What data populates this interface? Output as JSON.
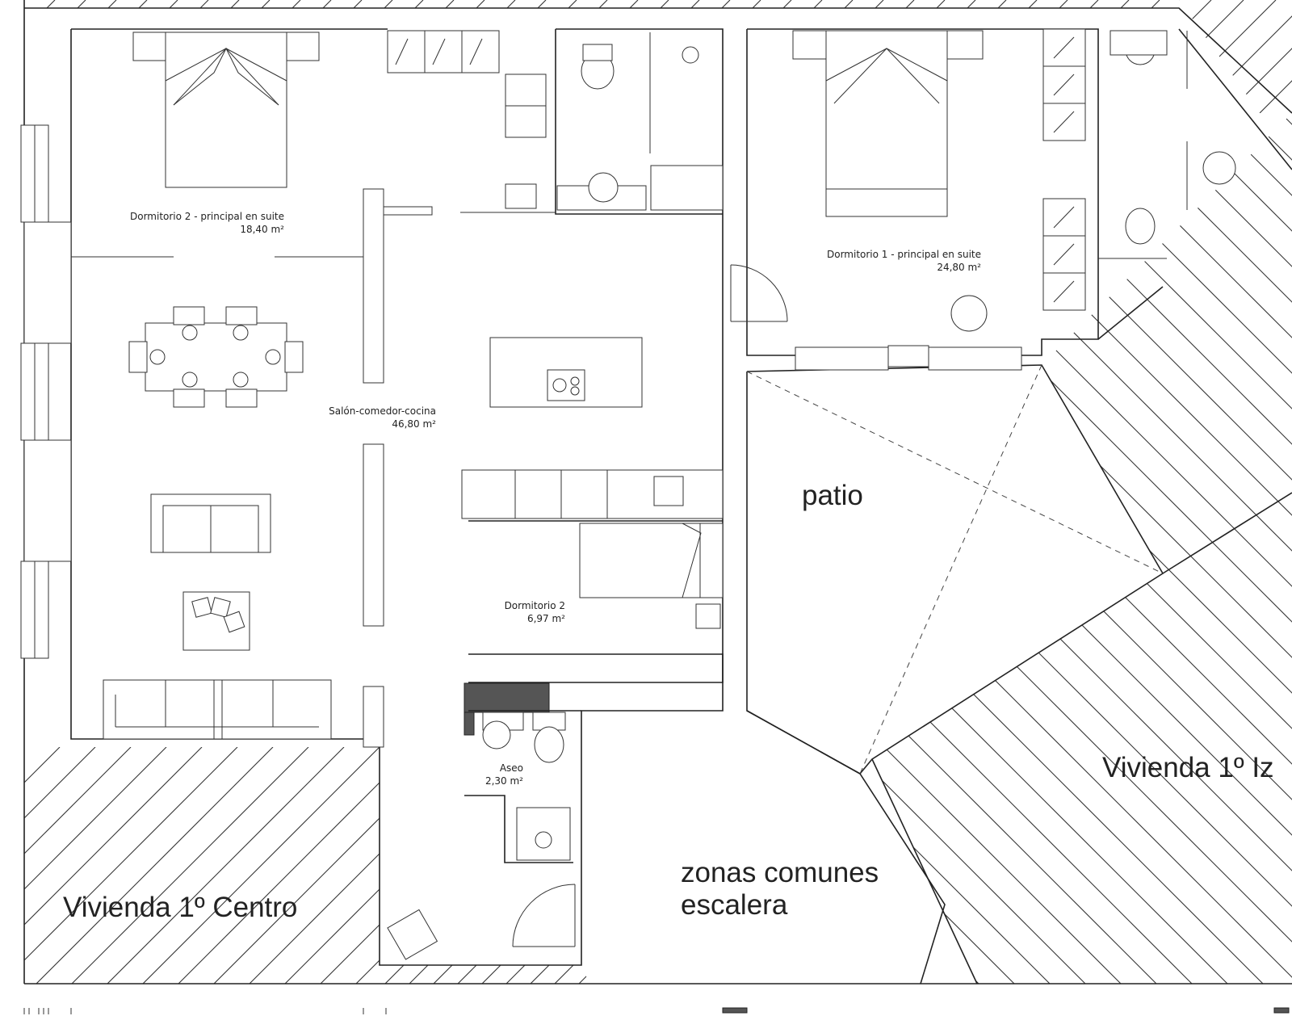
{
  "rooms": {
    "dorm2_principal": {
      "name": "Dormitorio 2 - principal en suite",
      "area": "18,40 m²"
    },
    "dorm1_principal": {
      "name": "Dormitorio 1 - principal en suite",
      "area": "24,80 m²"
    },
    "salon": {
      "name": "Salón-comedor-cocina",
      "area": "46,80 m²"
    },
    "dorm2": {
      "name": "Dormitorio 2",
      "area": "6,97 m²"
    },
    "aseo": {
      "name": "Aseo",
      "area": "2,30 m²"
    }
  },
  "zones": {
    "patio": "patio",
    "vivienda_izq": "Vivienda 1º Iz",
    "vivienda_centro": "Vivienda 1º Centro",
    "zonas_comunes_1": "zonas comunes",
    "zonas_comunes_2": "escalera"
  }
}
